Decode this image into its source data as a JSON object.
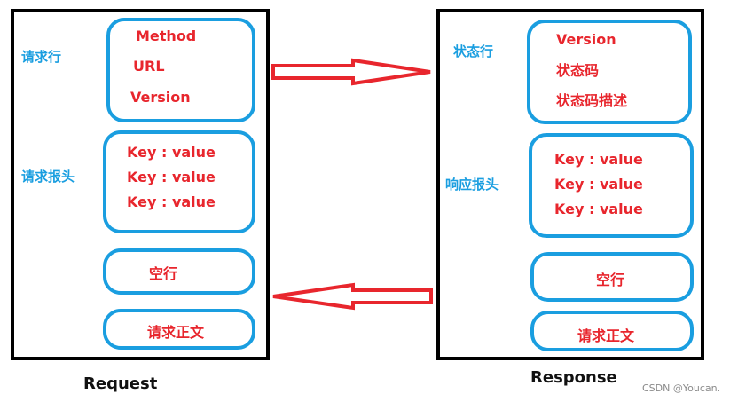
{
  "request": {
    "caption": "Request",
    "sections": [
      {
        "label": "请求行",
        "lines": [
          "Method",
          "URL",
          "Version"
        ]
      },
      {
        "label": "请求报头",
        "lines": [
          "Key : value",
          "Key : value",
          "Key : value"
        ]
      },
      {
        "label": "",
        "lines": [
          "空行"
        ]
      },
      {
        "label": "",
        "lines": [
          "请求正文"
        ]
      }
    ]
  },
  "response": {
    "caption": "Response",
    "sections": [
      {
        "label": "状态行",
        "lines": [
          "Version",
          "状态码",
          "状态码描述"
        ]
      },
      {
        "label": "响应报头",
        "lines": [
          "Key : value",
          "Key : value",
          "Key : value"
        ]
      },
      {
        "label": "",
        "lines": [
          "空行"
        ]
      },
      {
        "label": "",
        "lines": [
          "请求正文"
        ]
      }
    ]
  },
  "watermark": "CSDN @Youcan.",
  "colors": {
    "frame": "#000000",
    "pill": "#1a9ee0",
    "text_red": "#e8262d",
    "text_blue": "#1a9ee0",
    "arrow": "#e8262d"
  }
}
